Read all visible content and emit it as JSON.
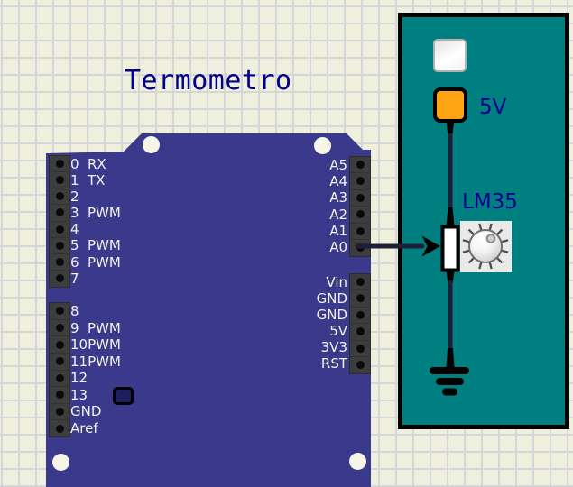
{
  "board": {
    "title": "Termometro",
    "left_pins_upper": [
      {
        "num": "0",
        "name": "RX"
      },
      {
        "num": "1",
        "name": "TX"
      },
      {
        "num": "2",
        "name": ""
      },
      {
        "num": "3",
        "name": "PWM"
      },
      {
        "num": "4",
        "name": ""
      },
      {
        "num": "5",
        "name": "PWM"
      },
      {
        "num": "6",
        "name": "PWM"
      },
      {
        "num": "7",
        "name": ""
      }
    ],
    "left_pins_lower": [
      {
        "num": "8",
        "name": ""
      },
      {
        "num": "9",
        "name": "PWM"
      },
      {
        "num": "10",
        "name": "PWM"
      },
      {
        "num": "11",
        "name": "PWM"
      },
      {
        "num": "12",
        "name": ""
      },
      {
        "num": "13",
        "name": ""
      },
      {
        "num": "GND",
        "name": ""
      },
      {
        "num": "Aref",
        "name": ""
      }
    ],
    "right_pins_analog": [
      "A5",
      "A4",
      "A3",
      "A2",
      "A1",
      "A0"
    ],
    "right_pins_power": [
      "Vin",
      "GND",
      "GND",
      "5V",
      "3V3",
      "RST"
    ]
  },
  "panel": {
    "power_label": "5V",
    "sensor_label": "LM35"
  },
  "icons": {
    "sensor": "knob-dial-icon",
    "ground": "ground-symbol-icon",
    "wire_arrow": "arrow-right-icon",
    "pin13_led": "led-outline-icon",
    "mounting_hole": "mounting-hole-icon"
  },
  "colors": {
    "background": "#efefde",
    "grid_line": "#d6d6da",
    "board": "#3a398c",
    "panel": "#007f80",
    "orange_terminal": "#ffa513",
    "wire": "#1e1e38",
    "label_navy": "#000090",
    "title_navy": "#00008b",
    "pin_label": "#f2f2e6"
  }
}
